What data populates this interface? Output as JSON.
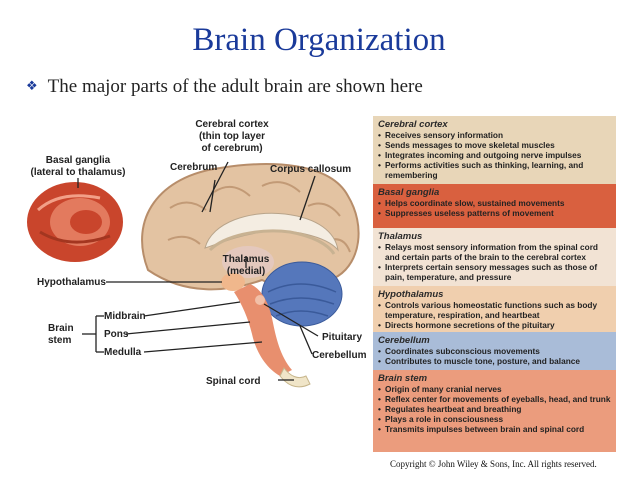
{
  "slide": {
    "title": "Brain Organization",
    "bullet": "The major parts of the adult brain are shown here",
    "copyright": "Copyright © John Wiley & Sons, Inc. All rights reserved."
  },
  "figure_labels": {
    "cerebral_cortex_1": "Cerebral cortex",
    "cerebral_cortex_2": "(thin top layer",
    "cerebral_cortex_3": "of cerebrum)",
    "basal_ganglia_1": "Basal ganglia",
    "basal_ganglia_2": "(lateral to thalamus)",
    "cerebrum": "Cerebrum",
    "corpus_callosum": "Corpus callosum",
    "thalamus_1": "Thalamus",
    "thalamus_2": "(medial)",
    "hypothalamus": "Hypothalamus",
    "midbrain": "Midbrain",
    "brain_stem_1": "Brain",
    "brain_stem_2": "stem",
    "pons": "Pons",
    "medulla": "Medulla",
    "pituitary": "Pituitary",
    "cerebellum": "Cerebellum",
    "spinal_cord": "Spinal cord"
  },
  "panels": [
    {
      "heading": "Cerebral cortex",
      "color": "#e8d6b8",
      "items": [
        "Receives sensory information",
        "Sends messages to move skeletal muscles",
        "Integrates incoming and outgoing nerve impulses",
        "Performs activities such as thinking, learning, and remembering"
      ]
    },
    {
      "heading": "Basal ganglia",
      "color": "#d9603f",
      "items": [
        "Helps coordinate slow, sustained movements",
        "Suppresses useless patterns of movement"
      ]
    },
    {
      "heading": "Thalamus",
      "color": "#f2e3d4",
      "items": [
        "Relays most sensory information from the spinal cord and certain parts of the brain to the cerebral cortex",
        "Interprets certain sensory messages such as those of pain, temperature, and pressure"
      ]
    },
    {
      "heading": "Hypothalamus",
      "color": "#f0cfae",
      "items": [
        "Controls various homeostatic functions such as body temperature, respiration, and heartbeat",
        "Directs hormone secretions of the pituitary"
      ]
    },
    {
      "heading": "Cerebellum",
      "color": "#a9bcd8",
      "items": [
        "Coordinates subconscious movements",
        "Contributes to muscle tone, posture, and balance"
      ]
    },
    {
      "heading": "Brain stem",
      "color": "#eb9c7d",
      "items": [
        "Origin of many cranial nerves",
        "Reflex center for movements of eyeballs, head, and trunk",
        "Regulates heartbeat and breathing",
        "Plays a role in consciousness",
        "Transmits impulses between brain and spinal cord"
      ]
    }
  ]
}
